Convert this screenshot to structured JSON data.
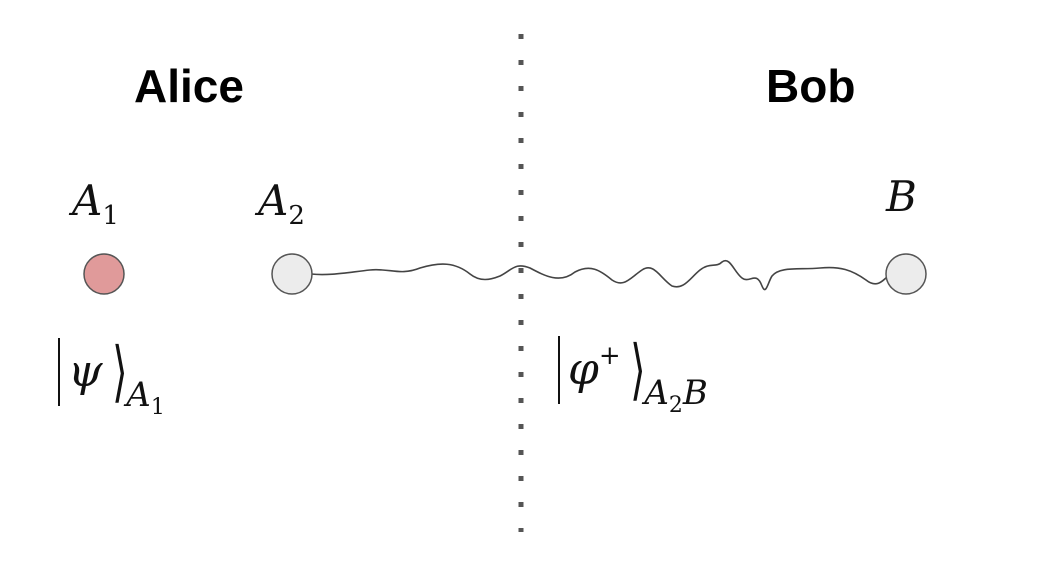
{
  "parties": {
    "left": "Alice",
    "right": "Bob"
  },
  "qubits": {
    "a1": {
      "symbol": "A",
      "index": "1",
      "fill": "#e09a9a"
    },
    "a2": {
      "symbol": "A",
      "index": "2",
      "fill": "#ececec"
    },
    "b": {
      "symbol": "B",
      "fill": "#ececec"
    }
  },
  "states": {
    "psi": {
      "bar": "|",
      "symbol": "ψ",
      "angle": "⟩",
      "sub_symbol": "A",
      "sub_index": "1"
    },
    "phi": {
      "bar": "|",
      "symbol": "φ",
      "sup": "+",
      "angle": "⟩",
      "sub_symbol": "A",
      "sub_index": "2",
      "sub_symbol2": "B"
    }
  },
  "colors": {
    "node_stroke": "#555555",
    "divider": "#555555",
    "entanglement_line": "#444444"
  }
}
